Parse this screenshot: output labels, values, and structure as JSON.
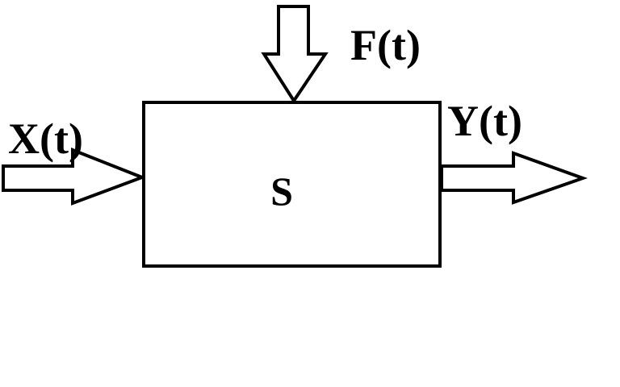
{
  "diagram": {
    "system_label": "S",
    "input_label": "X(t)",
    "output_label": "Y(t)",
    "disturbance_label": "F(t)"
  }
}
